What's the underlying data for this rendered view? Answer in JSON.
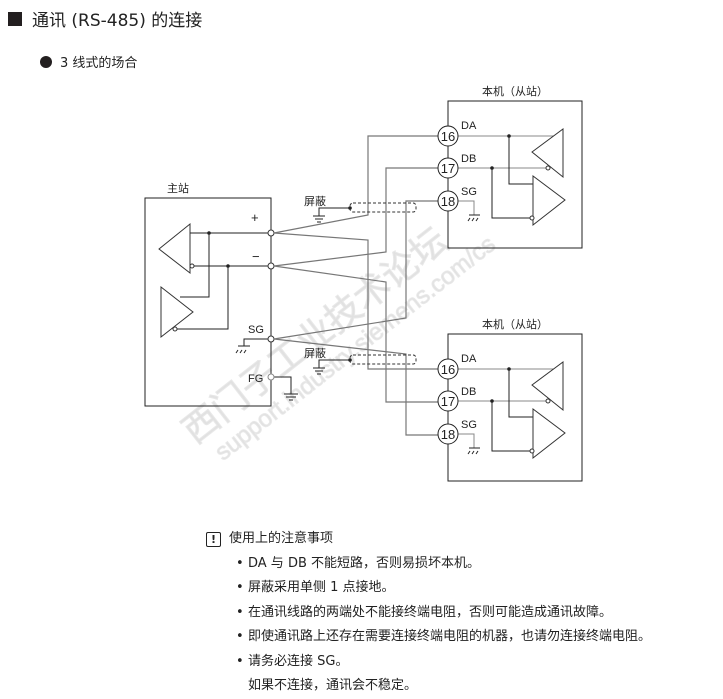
{
  "heading": "通讯 (RS-485) 的连接",
  "subheading": "3 线式的场合",
  "diagram": {
    "master_label": "主站",
    "master_plus": "+",
    "master_minus": "−",
    "master_sg": "SG",
    "master_fg": "FG",
    "shield_label": "屏蔽",
    "slaves": [
      {
        "label": "本机（从站）",
        "terminals": [
          {
            "number": "16",
            "name": "DA"
          },
          {
            "number": "17",
            "name": "DB"
          },
          {
            "number": "18",
            "name": "SG"
          }
        ]
      },
      {
        "label": "本机（从站）",
        "terminals": [
          {
            "number": "16",
            "name": "DA"
          },
          {
            "number": "17",
            "name": "DB"
          },
          {
            "number": "18",
            "name": "SG"
          }
        ]
      }
    ],
    "watermark_lines": [
      "西门子工业技术论坛",
      "support.industry.siemens.com/cs"
    ]
  },
  "notes": {
    "title": "使用上的注意事项",
    "icon": "warning-exclamation-icon",
    "items": [
      {
        "text": "DA 与 DB 不能短路，否则易损坏本机。"
      },
      {
        "text": "屏蔽采用单侧 1 点接地。"
      },
      {
        "text": "在通讯线路的两端处不能接终端电阻，否则可能造成通讯故障。"
      },
      {
        "text": "即使通讯路上还存在需要连接终端电阻的机器，也请勿连接终端电阻。"
      },
      {
        "text": "请务必连接 SG。",
        "extra": "如果不连接，通讯会不稳定。"
      }
    ]
  }
}
